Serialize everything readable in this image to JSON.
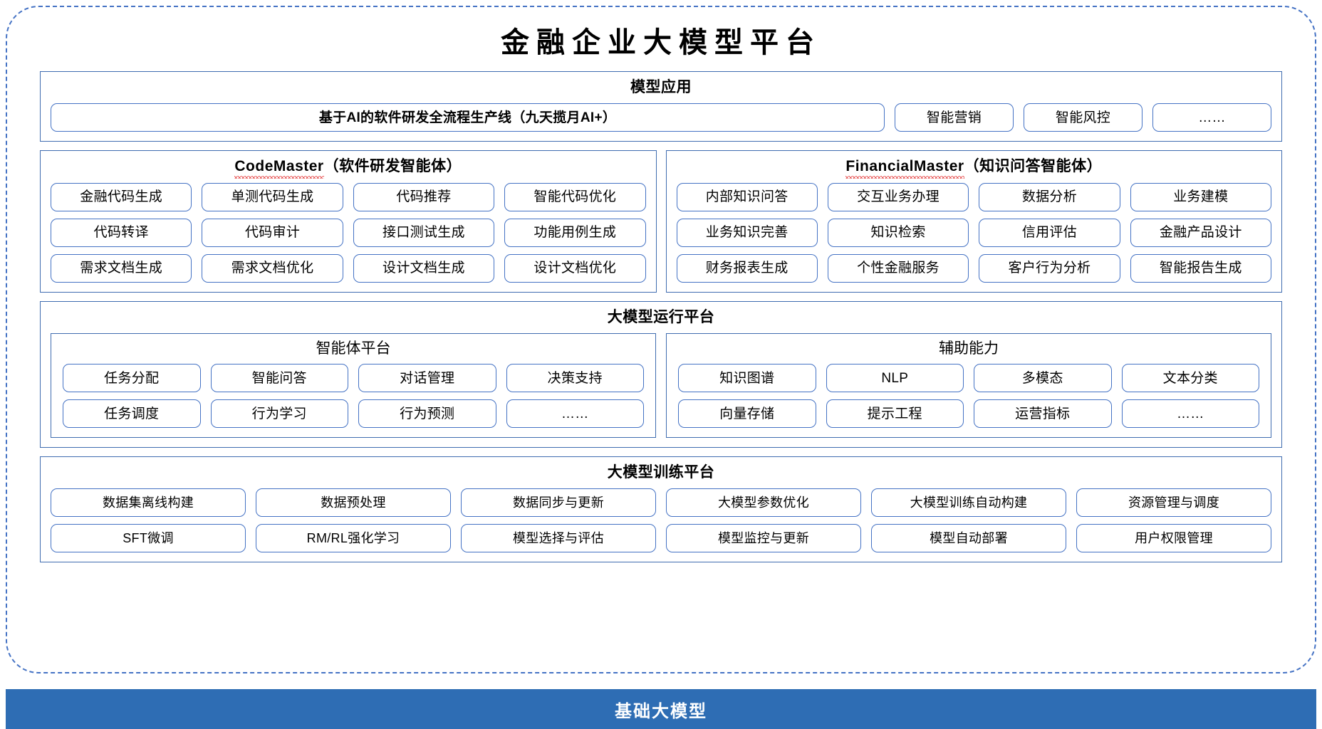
{
  "title": "金融企业大模型平台",
  "model_application": {
    "heading": "模型应用",
    "primary_pill": "基于AI的软件研发全流程生产线（九天揽月AI+）",
    "pills": [
      "智能营销",
      "智能风控",
      "……"
    ]
  },
  "agents": [
    {
      "name_en": "CodeMaster",
      "name_cn": "（软件研发智能体）",
      "spellcheck_underline": true,
      "rows": [
        [
          "金融代码生成",
          "单测代码生成",
          "代码推荐",
          "智能代码优化"
        ],
        [
          "代码转译",
          "代码审计",
          "接口测试生成",
          "功能用例生成"
        ],
        [
          "需求文档生成",
          "需求文档优化",
          "设计文档生成",
          "设计文档优化"
        ]
      ]
    },
    {
      "name_en": "FinancialMaster",
      "name_cn": "（知识问答智能体）",
      "spellcheck_underline": true,
      "rows": [
        [
          "内部知识问答",
          "交互业务办理",
          "数据分析",
          "业务建模"
        ],
        [
          "业务知识完善",
          "知识检索",
          "信用评估",
          "金融产品设计"
        ],
        [
          "财务报表生成",
          "个性金融服务",
          "客户行为分析",
          "智能报告生成"
        ]
      ]
    }
  ],
  "runtime_platform": {
    "heading": "大模型运行平台",
    "sub_boxes": [
      {
        "title": "智能体平台",
        "rows": [
          [
            "任务分配",
            "智能问答",
            "对话管理",
            "决策支持"
          ],
          [
            "任务调度",
            "行为学习",
            "行为预测",
            "……"
          ]
        ]
      },
      {
        "title": "辅助能力",
        "rows": [
          [
            "知识图谱",
            "NLP",
            "多模态",
            "文本分类"
          ],
          [
            "向量存储",
            "提示工程",
            "运营指标",
            "……"
          ]
        ]
      }
    ]
  },
  "training_platform": {
    "heading": "大模型训练平台",
    "rows": [
      [
        "数据集离线构建",
        "数据预处理",
        "数据同步与更新",
        "大模型参数优化",
        "大模型训练自动构建",
        "资源管理与调度"
      ],
      [
        "SFT微调",
        "RM/RL强化学习",
        "模型选择与评估",
        "模型监控与更新",
        "模型自动部署",
        "用户权限管理"
      ]
    ]
  },
  "base_model_bar": {
    "label": "基础大模型"
  },
  "colors": {
    "accent_blue": "#4472C4",
    "panel_border": "#3F6CB0",
    "base_bar": "#2E6DB4",
    "spellcheck_red": "#E02020",
    "text": "#000000"
  }
}
